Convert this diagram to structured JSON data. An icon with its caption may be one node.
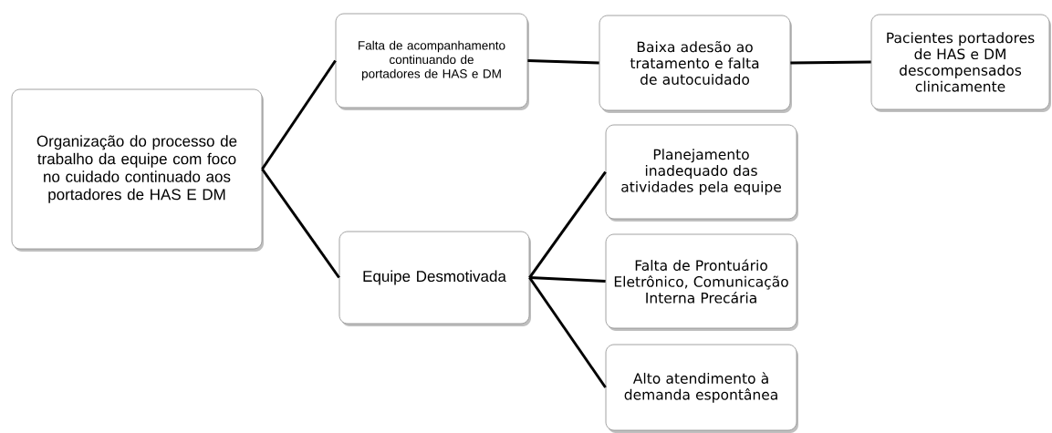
{
  "diagram": {
    "nodes": [
      {
        "text": [
          "Organização do processo de trabalho da equipe com foco no cuidado continuado aos portadores de HAS E DM"
        ]
      },
      {
        "text": [
          "Falta de acompanhamento continuando de portadores de HAS e DM"
        ]
      },
      {
        "text": [
          "Baixa adesão ao tratamento e falta de autocuidado"
        ]
      },
      {
        "text": [
          "Pacientes portadores de HAS e DM descompensados clinicamente"
        ]
      },
      {
        "text": [
          "Equipe Desmotivada"
        ]
      },
      {
        "text": [
          "Planejamento inadequado das atividades pela equipe"
        ]
      },
      {
        "text": [
          "Falta de Prontuário Eletrônico, Comunicação Interna Precária"
        ]
      },
      {
        "text": [
          "Alto atendimento à demanda espontânea"
        ]
      }
    ],
    "edges": [
      {
        "from": 0,
        "to": 1,
        "arrow": "none"
      },
      {
        "from": 0,
        "to": 4,
        "arrow": "none"
      },
      {
        "from": 1,
        "to": 2,
        "arrow": "none"
      },
      {
        "from": 2,
        "to": 3,
        "arrow": "none"
      },
      {
        "from": 4,
        "to": 5,
        "arrow": "none"
      },
      {
        "from": 4,
        "to": 6,
        "arrow": "none"
      },
      {
        "from": 4,
        "to": 7,
        "arrow": "none"
      }
    ]
  }
}
